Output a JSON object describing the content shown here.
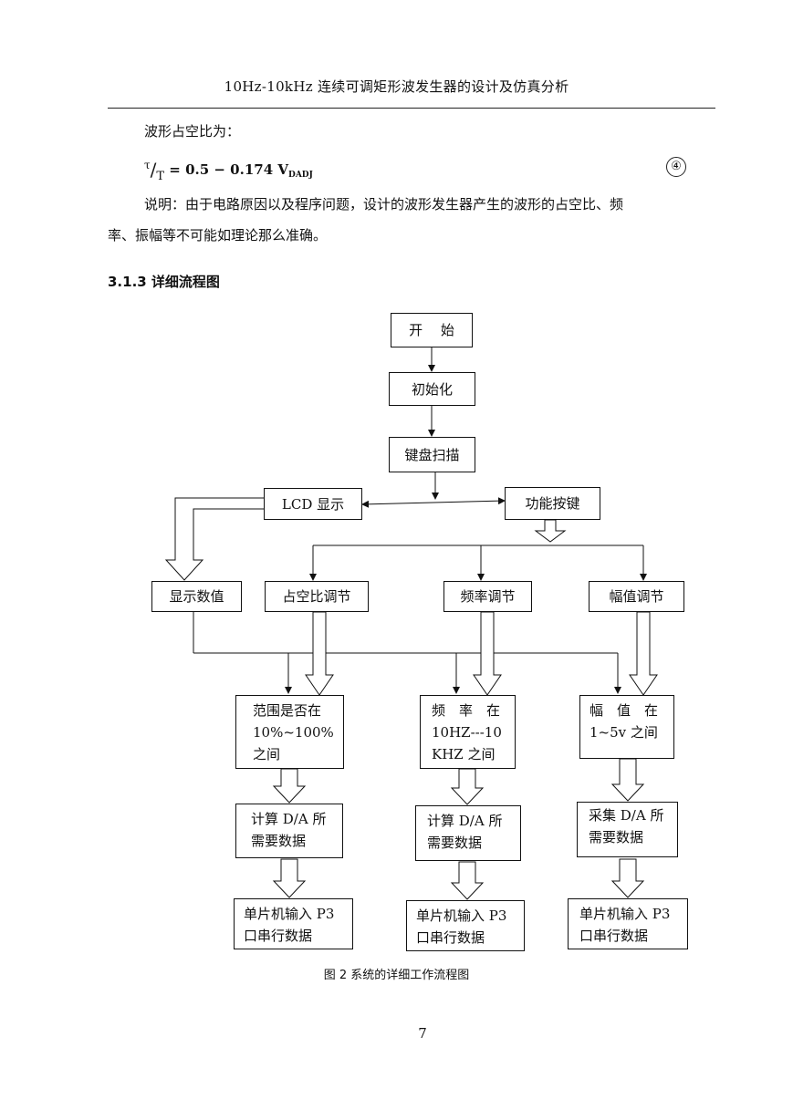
{
  "header": {
    "title": "10Hz-10kHz 连续可调矩形波发生器的设计及仿真分析"
  },
  "body": {
    "duty_intro": "波形占空比为：",
    "formula": {
      "numerator": "τ",
      "slash": "/",
      "denominator": "T",
      "rhs": " = 0.5 − 0.174 V",
      "subscript": "DADJ",
      "number": "④"
    },
    "note_line1": "说明：由于电路原因以及程序问题，设计的波形发生器产生的波形的占空比、频",
    "note_line2": "率、振幅等不可能如理论那么准确。"
  },
  "section": {
    "heading": "3.1.3 详细流程图"
  },
  "flowchart": {
    "start": "开　 始",
    "init": "初始化",
    "keyscan": "键盘扫描",
    "lcd": "LCD 显示",
    "func_key": "功能按键",
    "show_value": "显示数值",
    "duty_adjust": "占空比调节",
    "freq_adjust": "频率调节",
    "amp_adjust": "幅值调节",
    "duty_range": "范围是否在\n10%~100%\n之间",
    "freq_range": "频　率　在\n10HZ---10\nKHZ 之间",
    "amp_range": "幅　值　在\n1~5v 之间",
    "calc_da_1": "计算 D/A 所\n需要数据",
    "calc_da_2": "计算 D/A 所\n需要数据",
    "collect_da": "采集 D/A 所\n需要数据",
    "mcu_out_1": "单片机输入 P3\n口串行数据",
    "mcu_out_2": "单片机输入 P3\n口串行数据",
    "mcu_out_3": "单片机输入 P3\n口串行数据"
  },
  "figure": {
    "caption": "图 2  系统的详细工作流程图"
  },
  "footer": {
    "page_number": "7"
  }
}
